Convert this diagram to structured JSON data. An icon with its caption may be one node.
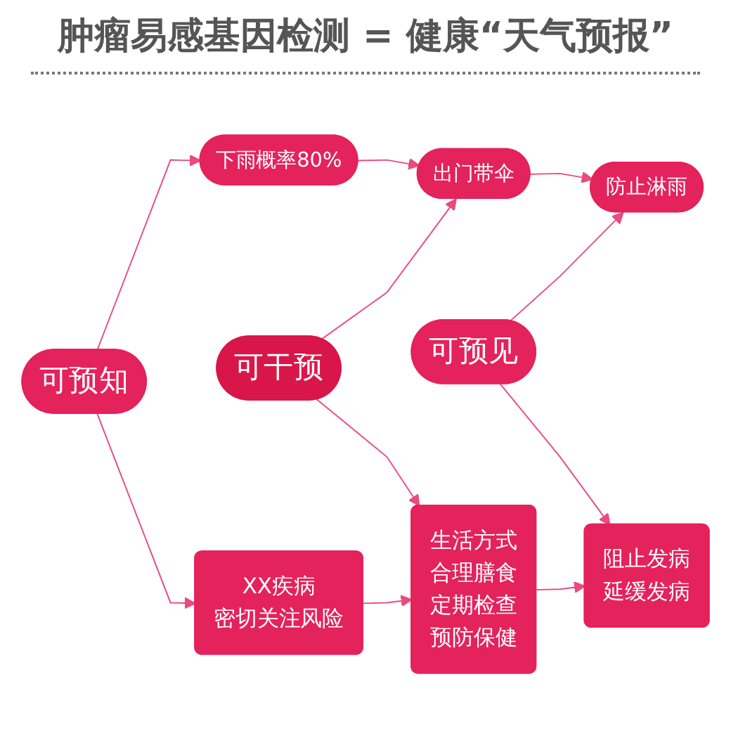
{
  "diagram": {
    "title": "肿瘤易感基因检测 = 健康“天气预报”",
    "nodes": [
      {
        "text": [
          "下雨概率80%"
        ]
      },
      {
        "text": [
          "出门带伞"
        ]
      },
      {
        "text": [
          "防止淋雨"
        ]
      },
      {
        "text": [
          "可预知"
        ]
      },
      {
        "text": [
          "可干预"
        ]
      },
      {
        "text": [
          "可预见"
        ]
      },
      {
        "text": [
          "XX疾病",
          "密切关注风险"
        ]
      },
      {
        "text": [
          "生活方式",
          "合理膳食",
          "定期检查",
          "预防保健"
        ]
      },
      {
        "text": [
          "阻止发病",
          "延缓发病"
        ]
      }
    ],
    "edges": [
      {
        "from": 0,
        "to": 1,
        "arrow": "to"
      },
      {
        "from": 1,
        "to": 2,
        "arrow": "to"
      },
      {
        "from": 3,
        "to": 0,
        "arrow": "to"
      },
      {
        "from": 3,
        "to": 6,
        "arrow": "to"
      },
      {
        "from": 4,
        "to": 1,
        "arrow": "to"
      },
      {
        "from": 4,
        "to": 7,
        "arrow": "to"
      },
      {
        "from": 5,
        "to": 2,
        "arrow": "to"
      },
      {
        "from": 5,
        "to": 8,
        "arrow": "to"
      },
      {
        "from": 6,
        "to": 7,
        "arrow": "to"
      },
      {
        "from": 7,
        "to": 8,
        "arrow": "to"
      }
    ]
  }
}
